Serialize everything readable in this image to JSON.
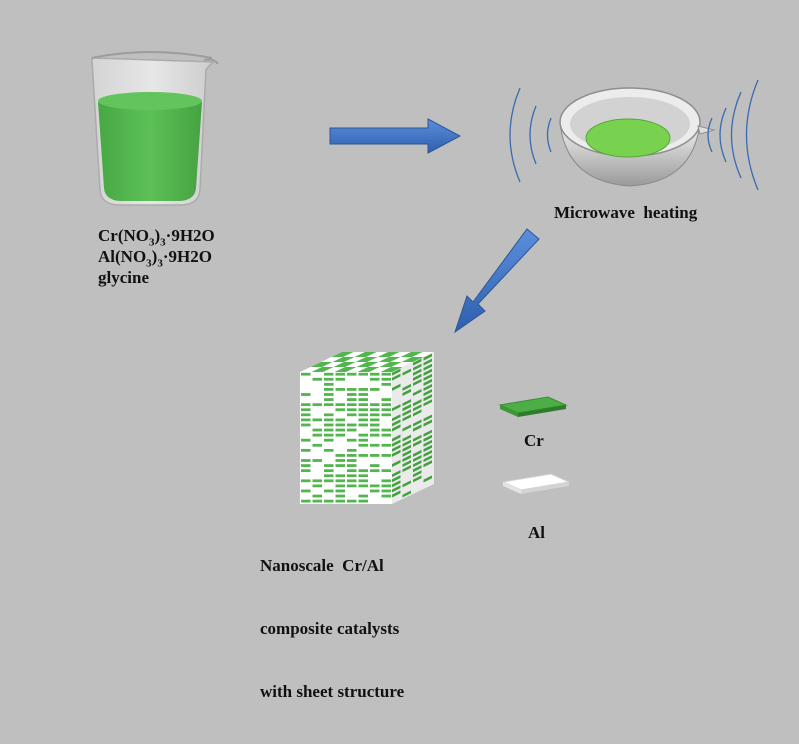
{
  "reagents": {
    "line1_pre": "Cr(NO",
    "line1_sub": "3",
    "line1_post": ")",
    "line1_sub2": "3",
    "line1_tail": "·9H2O",
    "line2_pre": "Al(NO",
    "line2_sub": "3",
    "line2_post": ")",
    "line2_sub2": "3",
    "line2_tail": "·9H2O",
    "line3": "glycine"
  },
  "heating_label": "Microwave  heating",
  "product": {
    "line1": "Nanoscale  Cr/Al",
    "line2": "composite catalysts",
    "line3": "with sheet structure"
  },
  "legend": {
    "cr_label": "Cr",
    "al_label": "Al"
  },
  "colors": {
    "background": "#bfbfbf",
    "solution_green": "#52b54e",
    "arrow_blue": "#3f72c2",
    "wave_blue": "#3a6ab0",
    "sheet_white": "#ffffff"
  }
}
